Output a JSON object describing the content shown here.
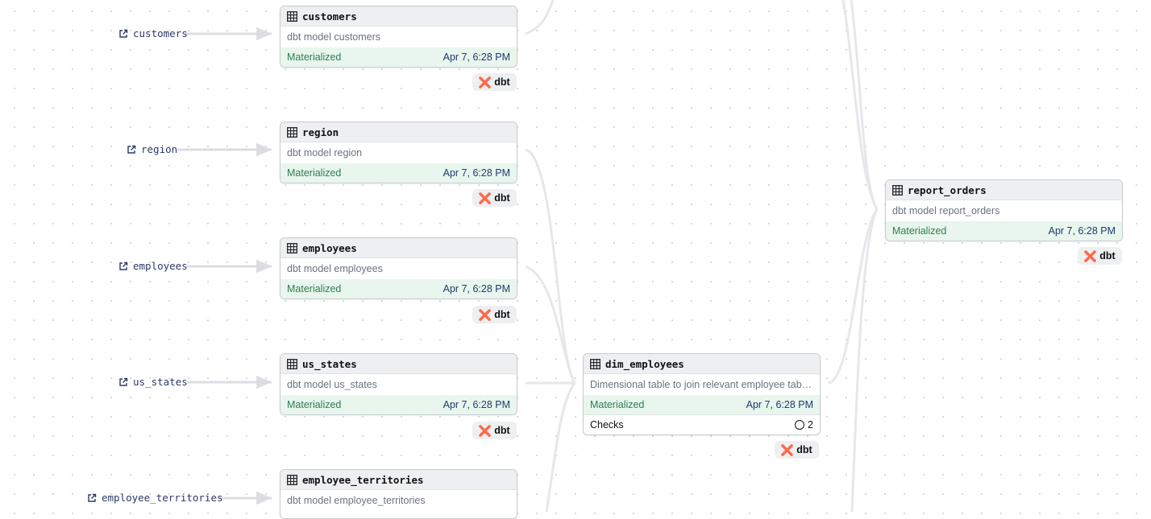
{
  "sources": [
    {
      "label": "customers"
    },
    {
      "label": "region"
    },
    {
      "label": "employees"
    },
    {
      "label": "us_states"
    },
    {
      "label": "employee_territories"
    }
  ],
  "nodes": {
    "customers": {
      "title": "customers",
      "description": "dbt model customers",
      "status": "Materialized",
      "timestamp": "Apr 7, 6:28 PM",
      "badge": "dbt"
    },
    "region": {
      "title": "region",
      "description": "dbt model region",
      "status": "Materialized",
      "timestamp": "Apr 7, 6:28 PM",
      "badge": "dbt"
    },
    "employees": {
      "title": "employees",
      "description": "dbt model employees",
      "status": "Materialized",
      "timestamp": "Apr 7, 6:28 PM",
      "badge": "dbt"
    },
    "us_states": {
      "title": "us_states",
      "description": "dbt model us_states",
      "status": "Materialized",
      "timestamp": "Apr 7, 6:28 PM",
      "badge": "dbt"
    },
    "employee_territories": {
      "title": "employee_territories",
      "description": "dbt model employee_territories"
    },
    "dim_employees": {
      "title": "dim_employees",
      "description": "Dimensional table to join relevant employee tabl…",
      "status": "Materialized",
      "timestamp": "Apr 7, 6:28 PM",
      "checks_label": "Checks",
      "checks_count": "2",
      "badge": "dbt"
    },
    "report_orders": {
      "title": "report_orders",
      "description": "dbt model report_orders",
      "status": "Materialized",
      "timestamp": "Apr 7, 6:28 PM",
      "badge": "dbt"
    }
  },
  "icons": {
    "source": "external-link-icon",
    "node": "table-icon",
    "badge": "dbt-logo-icon",
    "checks": "circle-icon"
  },
  "colors": {
    "materialized_bg": "#e8f6ee",
    "materialized_text": "#2f7d4f",
    "dbt_orange": "#ff694b",
    "link_text": "#2b3a67"
  }
}
